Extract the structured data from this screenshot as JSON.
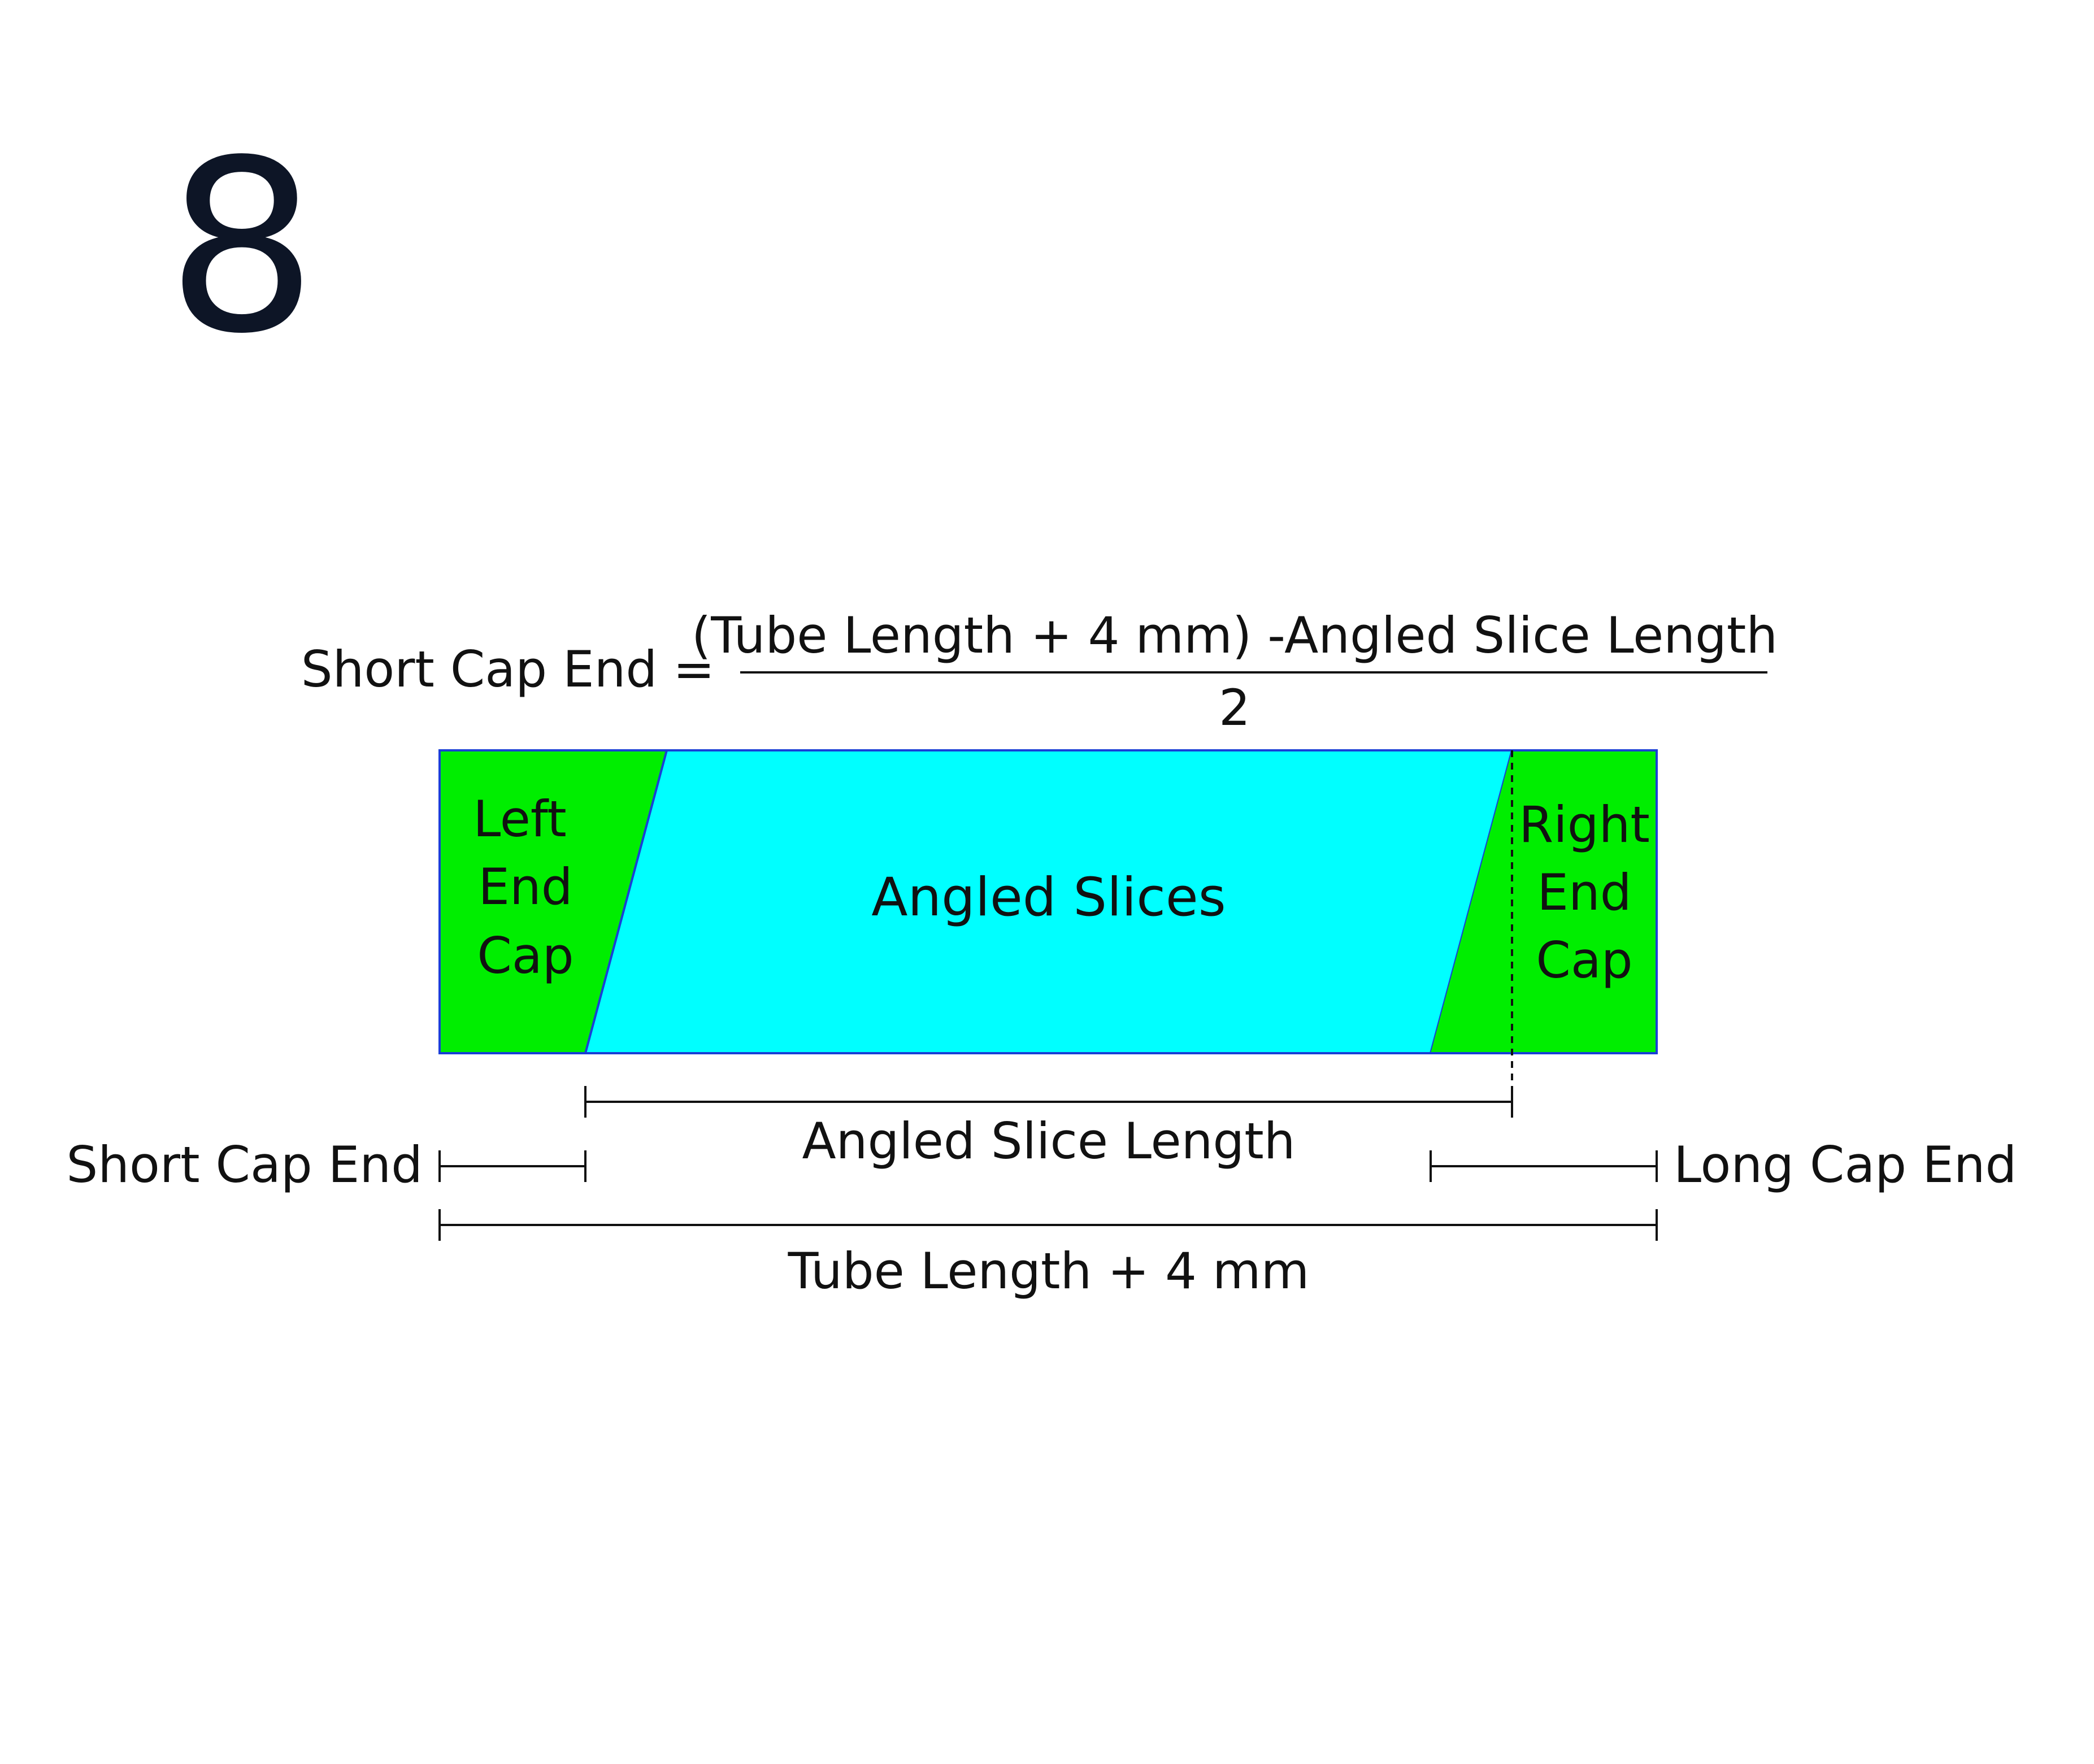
{
  "step_number": "8",
  "formula": {
    "lhs": "Short Cap End =",
    "numerator": "(Tube Length + 4 mm) -Angled Slice Length",
    "denominator": "2"
  },
  "regions": {
    "left_cap": [
      "Left",
      "End",
      "Cap"
    ],
    "middle": "Angled Slices",
    "right_cap": [
      "Right",
      "End",
      "Cap"
    ]
  },
  "dimensions": {
    "angled_slice_length": "Angled Slice Length",
    "short_cap_end": "Short Cap End",
    "long_cap_end": "Long Cap End",
    "tube_length": "Tube Length + 4 mm"
  },
  "colors": {
    "cap_fill": "#00ee00",
    "slices_fill": "#00ffff",
    "outline": "#1a3fd6",
    "line": "#111111",
    "step_number": "#0d1526"
  }
}
